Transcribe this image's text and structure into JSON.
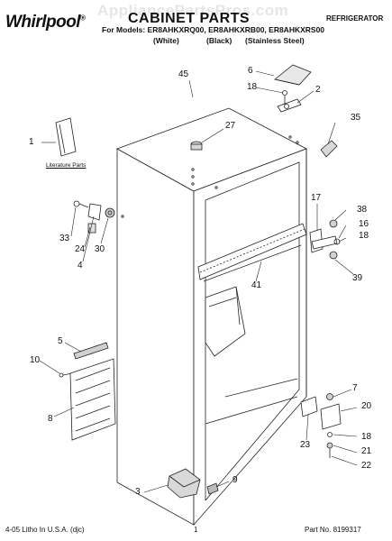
{
  "header": {
    "watermark": "AppliancePartsPros.com",
    "brand": "Whirlpool",
    "title": "CABINET PARTS",
    "appliance_type": "REFRIGERATOR",
    "models_line": "For Models: ER8AHKXRQ00, ER8AHKXRB00, ER8AHKXRS00",
    "colors": [
      "(White)",
      "(Black)",
      "(Stainless Steel)"
    ]
  },
  "literature_label": "Literature Parts",
  "callouts": [
    {
      "id": "6",
      "label": "6"
    },
    {
      "id": "2",
      "label": "2"
    },
    {
      "id": "18a",
      "label": "18"
    },
    {
      "id": "45",
      "label": "45"
    },
    {
      "id": "27",
      "label": "27"
    },
    {
      "id": "35",
      "label": "35"
    },
    {
      "id": "1",
      "label": "1"
    },
    {
      "id": "17",
      "label": "17"
    },
    {
      "id": "38",
      "label": "38"
    },
    {
      "id": "16",
      "label": "16"
    },
    {
      "id": "18b",
      "label": "18"
    },
    {
      "id": "33",
      "label": "33"
    },
    {
      "id": "24",
      "label": "24"
    },
    {
      "id": "30",
      "label": "30"
    },
    {
      "id": "4",
      "label": "4"
    },
    {
      "id": "39",
      "label": "39"
    },
    {
      "id": "41",
      "label": "41"
    },
    {
      "id": "5",
      "label": "5"
    },
    {
      "id": "10",
      "label": "10"
    },
    {
      "id": "8",
      "label": "8"
    },
    {
      "id": "7",
      "label": "7"
    },
    {
      "id": "20",
      "label": "20"
    },
    {
      "id": "18c",
      "label": "18"
    },
    {
      "id": "23",
      "label": "23"
    },
    {
      "id": "21",
      "label": "21"
    },
    {
      "id": "22",
      "label": "22"
    },
    {
      "id": "9",
      "label": "9"
    },
    {
      "id": "3",
      "label": "3"
    }
  ],
  "footer": {
    "printed": "4-05 Litho In U.S.A. (djc)",
    "page": "1",
    "part_no": "Part No. 8199317"
  }
}
